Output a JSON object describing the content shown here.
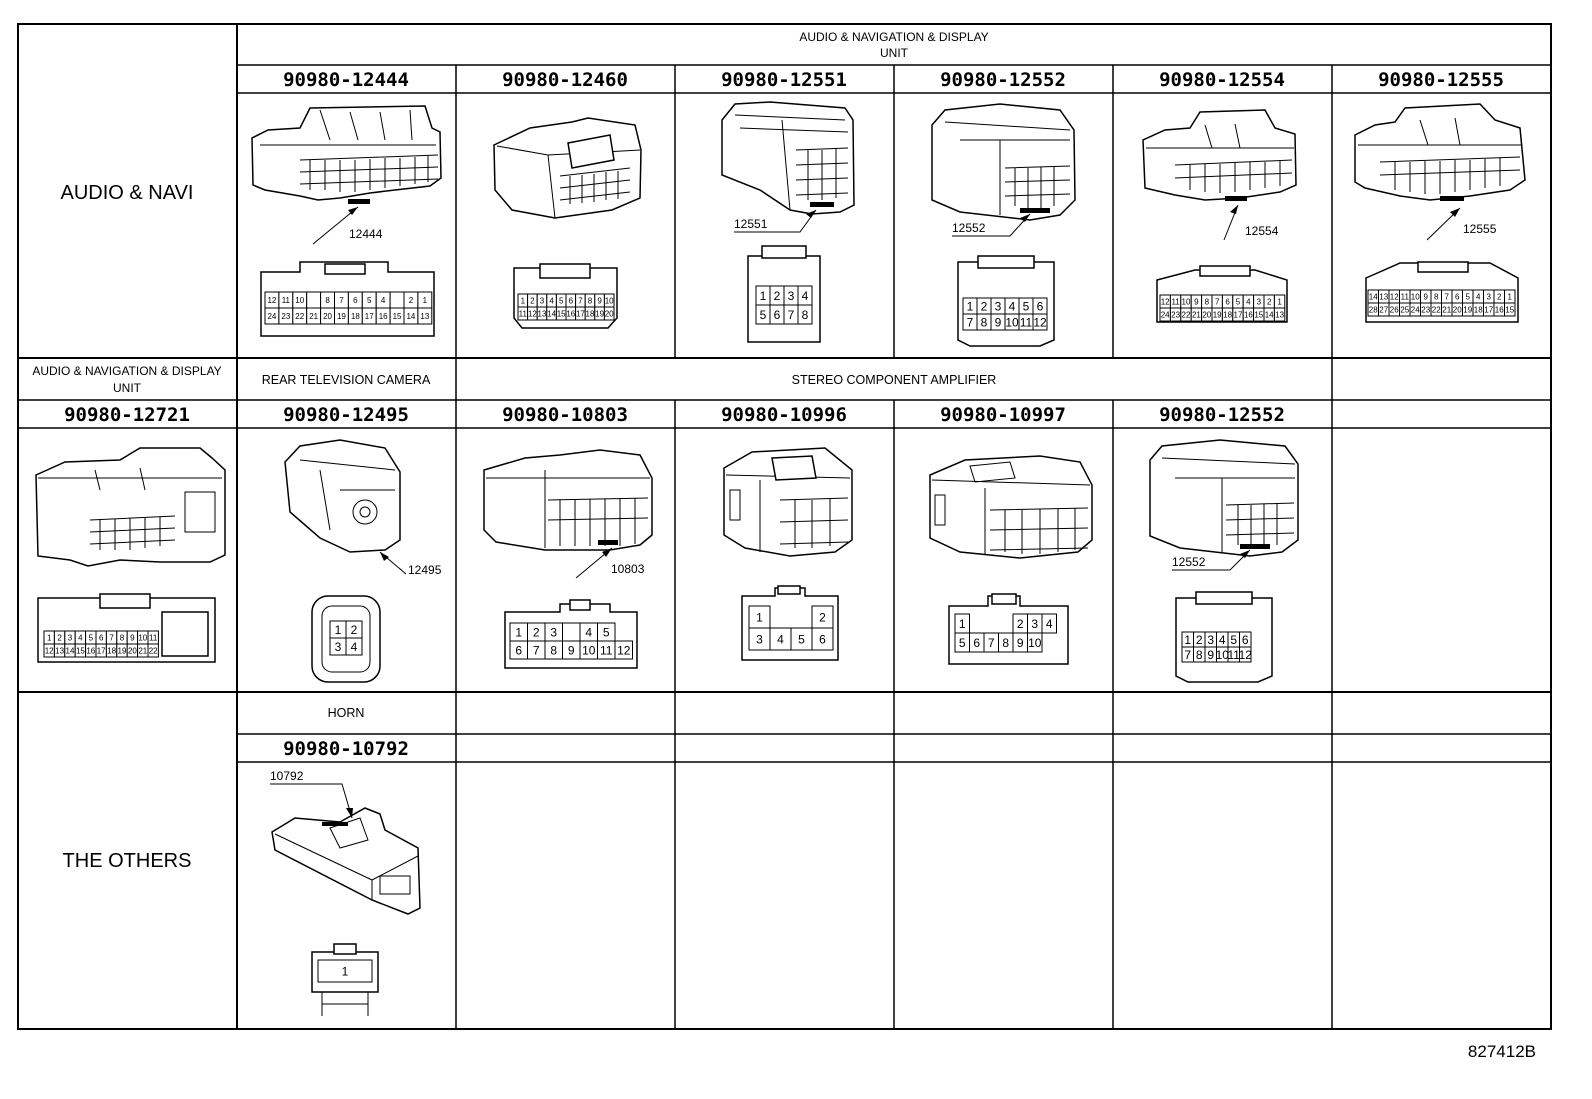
{
  "rows": [
    {
      "section_label": "AUDIO & NAVI",
      "groups": [
        {
          "label_lines": [
            "AUDIO & NAVIGATION & DISPLAY",
            "UNIT"
          ]
        }
      ],
      "connectors": [
        {
          "part": "90980-12444",
          "code": "12444",
          "pins": [
            [
              "12",
              "11",
              "10",
              "",
              "8",
              "7",
              "6",
              "5",
              "4",
              "",
              "2",
              "1"
            ],
            [
              "24",
              "23",
              "22",
              "21",
              "20",
              "19",
              "18",
              "17",
              "16",
              "15",
              "14",
              "13"
            ]
          ]
        },
        {
          "part": "90980-12460",
          "code": "",
          "pins": [
            [
              "1",
              "2",
              "3",
              "4",
              "5",
              "6",
              "7",
              "8",
              "9",
              "10"
            ],
            [
              "11",
              "12",
              "13",
              "14",
              "15",
              "16",
              "17",
              "18",
              "19",
              "20"
            ]
          ]
        },
        {
          "part": "90980-12551",
          "code": "12551",
          "pins": [
            [
              "1",
              "2",
              "3",
              "4"
            ],
            [
              "5",
              "6",
              "7",
              "8"
            ]
          ]
        },
        {
          "part": "90980-12552",
          "code": "12552",
          "pins": [
            [
              "1",
              "2",
              "3",
              "4",
              "5",
              "6"
            ],
            [
              "7",
              "8",
              "9",
              "10",
              "11",
              "12"
            ]
          ]
        },
        {
          "part": "90980-12554",
          "code": "12554",
          "pins": [
            [
              "12",
              "11",
              "10",
              "9",
              "8",
              "7",
              "6",
              "5",
              "4",
              "3",
              "2",
              "1"
            ],
            [
              "24",
              "23",
              "22",
              "21",
              "20",
              "19",
              "18",
              "17",
              "16",
              "15",
              "14",
              "13"
            ]
          ]
        },
        {
          "part": "90980-12555",
          "code": "12555",
          "pins": [
            [
              "14",
              "13",
              "12",
              "11",
              "10",
              "9",
              "8",
              "7",
              "6",
              "5",
              "4",
              "3",
              "2",
              "1"
            ],
            [
              "28",
              "27",
              "26",
              "25",
              "24",
              "23",
              "22",
              "21",
              "20",
              "19",
              "18",
              "17",
              "16",
              "15"
            ]
          ]
        }
      ]
    },
    {
      "section_label": "",
      "groups": [
        {
          "label_lines": [
            "AUDIO & NAVIGATION & DISPLAY",
            "UNIT"
          ]
        },
        {
          "label_lines": [
            "REAR TELEVISION CAMERA"
          ]
        },
        {
          "label_lines": [
            "STEREO COMPONENT AMPLIFIER"
          ]
        }
      ],
      "connectors": [
        {
          "part": "90980-12721",
          "code": "",
          "pins": [
            [
              "1",
              "2",
              "3",
              "4",
              "5",
              "6",
              "7",
              "8",
              "9",
              "10",
              "11"
            ],
            [
              "12",
              "13",
              "14",
              "15",
              "16",
              "17",
              "18",
              "19",
              "20",
              "21",
              "22"
            ]
          ]
        },
        {
          "part": "90980-12495",
          "code": "12495",
          "pins": [
            [
              "1",
              "2"
            ],
            [
              "3",
              "4"
            ]
          ]
        },
        {
          "part": "90980-10803",
          "code": "10803",
          "pins": [
            [
              "1",
              "2",
              "3",
              "",
              "4",
              "5"
            ],
            [
              "6",
              "7",
              "8",
              "9",
              "10",
              "11",
              "12"
            ]
          ]
        },
        {
          "part": "90980-10996",
          "code": "",
          "pins": [
            [
              "1",
              "2"
            ],
            [
              "3",
              "4",
              "5",
              "6"
            ]
          ]
        },
        {
          "part": "90980-10997",
          "code": "",
          "pins": [
            [
              "1",
              "2",
              "3",
              "4"
            ],
            [
              "5",
              "6",
              "7",
              "8",
              "9",
              "10"
            ]
          ]
        },
        {
          "part": "90980-12552",
          "code": "12552",
          "pins": [
            [
              "1",
              "2",
              "3",
              "4",
              "5",
              "6"
            ],
            [
              "7",
              "8",
              "9",
              "10",
              "11",
              "12"
            ]
          ]
        }
      ]
    },
    {
      "section_label": "THE OTHERS",
      "groups": [
        {
          "label_lines": [
            "HORN"
          ]
        }
      ],
      "connectors": [
        {
          "part": "90980-10792",
          "code": "10792",
          "pins": [
            [
              "1"
            ]
          ]
        }
      ]
    }
  ],
  "figure_id": "827412B"
}
